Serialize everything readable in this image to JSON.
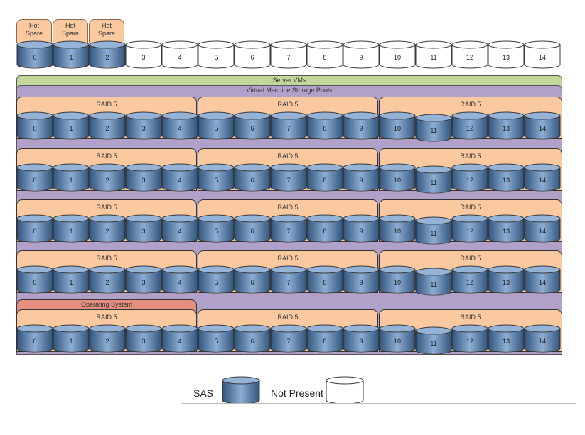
{
  "hot_spares": [
    {
      "label": "Hot\nSpare",
      "disk": "0"
    },
    {
      "label": "Hot\nSpare",
      "disk": "1"
    },
    {
      "label": "Hot\nSpare",
      "disk": "2"
    }
  ],
  "top_row": {
    "disks": [
      {
        "num": "0",
        "type": "SAS"
      },
      {
        "num": "1",
        "type": "SAS"
      },
      {
        "num": "2",
        "type": "SAS"
      },
      {
        "num": "3",
        "type": "Not Present"
      },
      {
        "num": "4",
        "type": "Not Present"
      },
      {
        "num": "5",
        "type": "Not Present"
      },
      {
        "num": "6",
        "type": "Not Present"
      },
      {
        "num": "7",
        "type": "Not Present"
      },
      {
        "num": "8",
        "type": "Not Present"
      },
      {
        "num": "9",
        "type": "Not Present"
      },
      {
        "num": "10",
        "type": "Not Present"
      },
      {
        "num": "11",
        "type": "Not Present"
      },
      {
        "num": "12",
        "type": "Not Present"
      },
      {
        "num": "13",
        "type": "Not Present"
      },
      {
        "num": "14",
        "type": "Not Present"
      }
    ]
  },
  "server_vms": {
    "label": "Server VMs"
  },
  "storage_pools": {
    "label": "Virtual Machine Storage Pools"
  },
  "os": {
    "label": "Operating System"
  },
  "raid_rows": [
    {
      "groups": [
        {
          "label": "RAID 5",
          "disks": [
            "0",
            "1",
            "2",
            "3",
            "4"
          ]
        },
        {
          "label": "RAID 5",
          "disks": [
            "5",
            "6",
            "7",
            "8",
            "9"
          ]
        },
        {
          "label": "RAID 5",
          "disks": [
            "10",
            "11",
            "12",
            "13",
            "14"
          ]
        }
      ]
    },
    {
      "groups": [
        {
          "label": "RAID 5",
          "disks": [
            "0",
            "1",
            "2",
            "3",
            "4"
          ]
        },
        {
          "label": "RAID 5",
          "disks": [
            "5",
            "6",
            "7",
            "8",
            "9"
          ]
        },
        {
          "label": "RAID 5",
          "disks": [
            "10",
            "11",
            "12",
            "13",
            "14"
          ]
        }
      ]
    },
    {
      "groups": [
        {
          "label": "RAID 5",
          "disks": [
            "0",
            "1",
            "2",
            "3",
            "4"
          ]
        },
        {
          "label": "RAID 5",
          "disks": [
            "5",
            "6",
            "7",
            "8",
            "9"
          ]
        },
        {
          "label": "RAID 5",
          "disks": [
            "10",
            "11",
            "12",
            "13",
            "14"
          ]
        }
      ]
    },
    {
      "groups": [
        {
          "label": "RAID 5",
          "disks": [
            "0",
            "1",
            "2",
            "3",
            "4"
          ]
        },
        {
          "label": "RAID 5",
          "disks": [
            "5",
            "6",
            "7",
            "8",
            "9"
          ]
        },
        {
          "label": "RAID 5",
          "disks": [
            "10",
            "11",
            "12",
            "13",
            "14"
          ]
        }
      ]
    },
    {
      "groups": [
        {
          "label": "RAID 5",
          "disks": [
            "0",
            "1",
            "2",
            "3",
            "4"
          ]
        },
        {
          "label": "RAID 5",
          "disks": [
            "5",
            "6",
            "7",
            "8",
            "9"
          ]
        },
        {
          "label": "RAID 5",
          "disks": [
            "10",
            "11",
            "12",
            "13",
            "14"
          ]
        }
      ]
    }
  ],
  "legend": {
    "sas": "SAS",
    "not_present": "Not Present"
  },
  "colors": {
    "sas_fill": "#4f81bd",
    "sas_top": "#95b3d7",
    "empty_fill": "#ffffff",
    "raid_fill": "#fac9a0",
    "server_vms_fill": "#c4d79b",
    "storage_pools_fill": "#b1a0c7",
    "os_fill": "#e58f80"
  }
}
